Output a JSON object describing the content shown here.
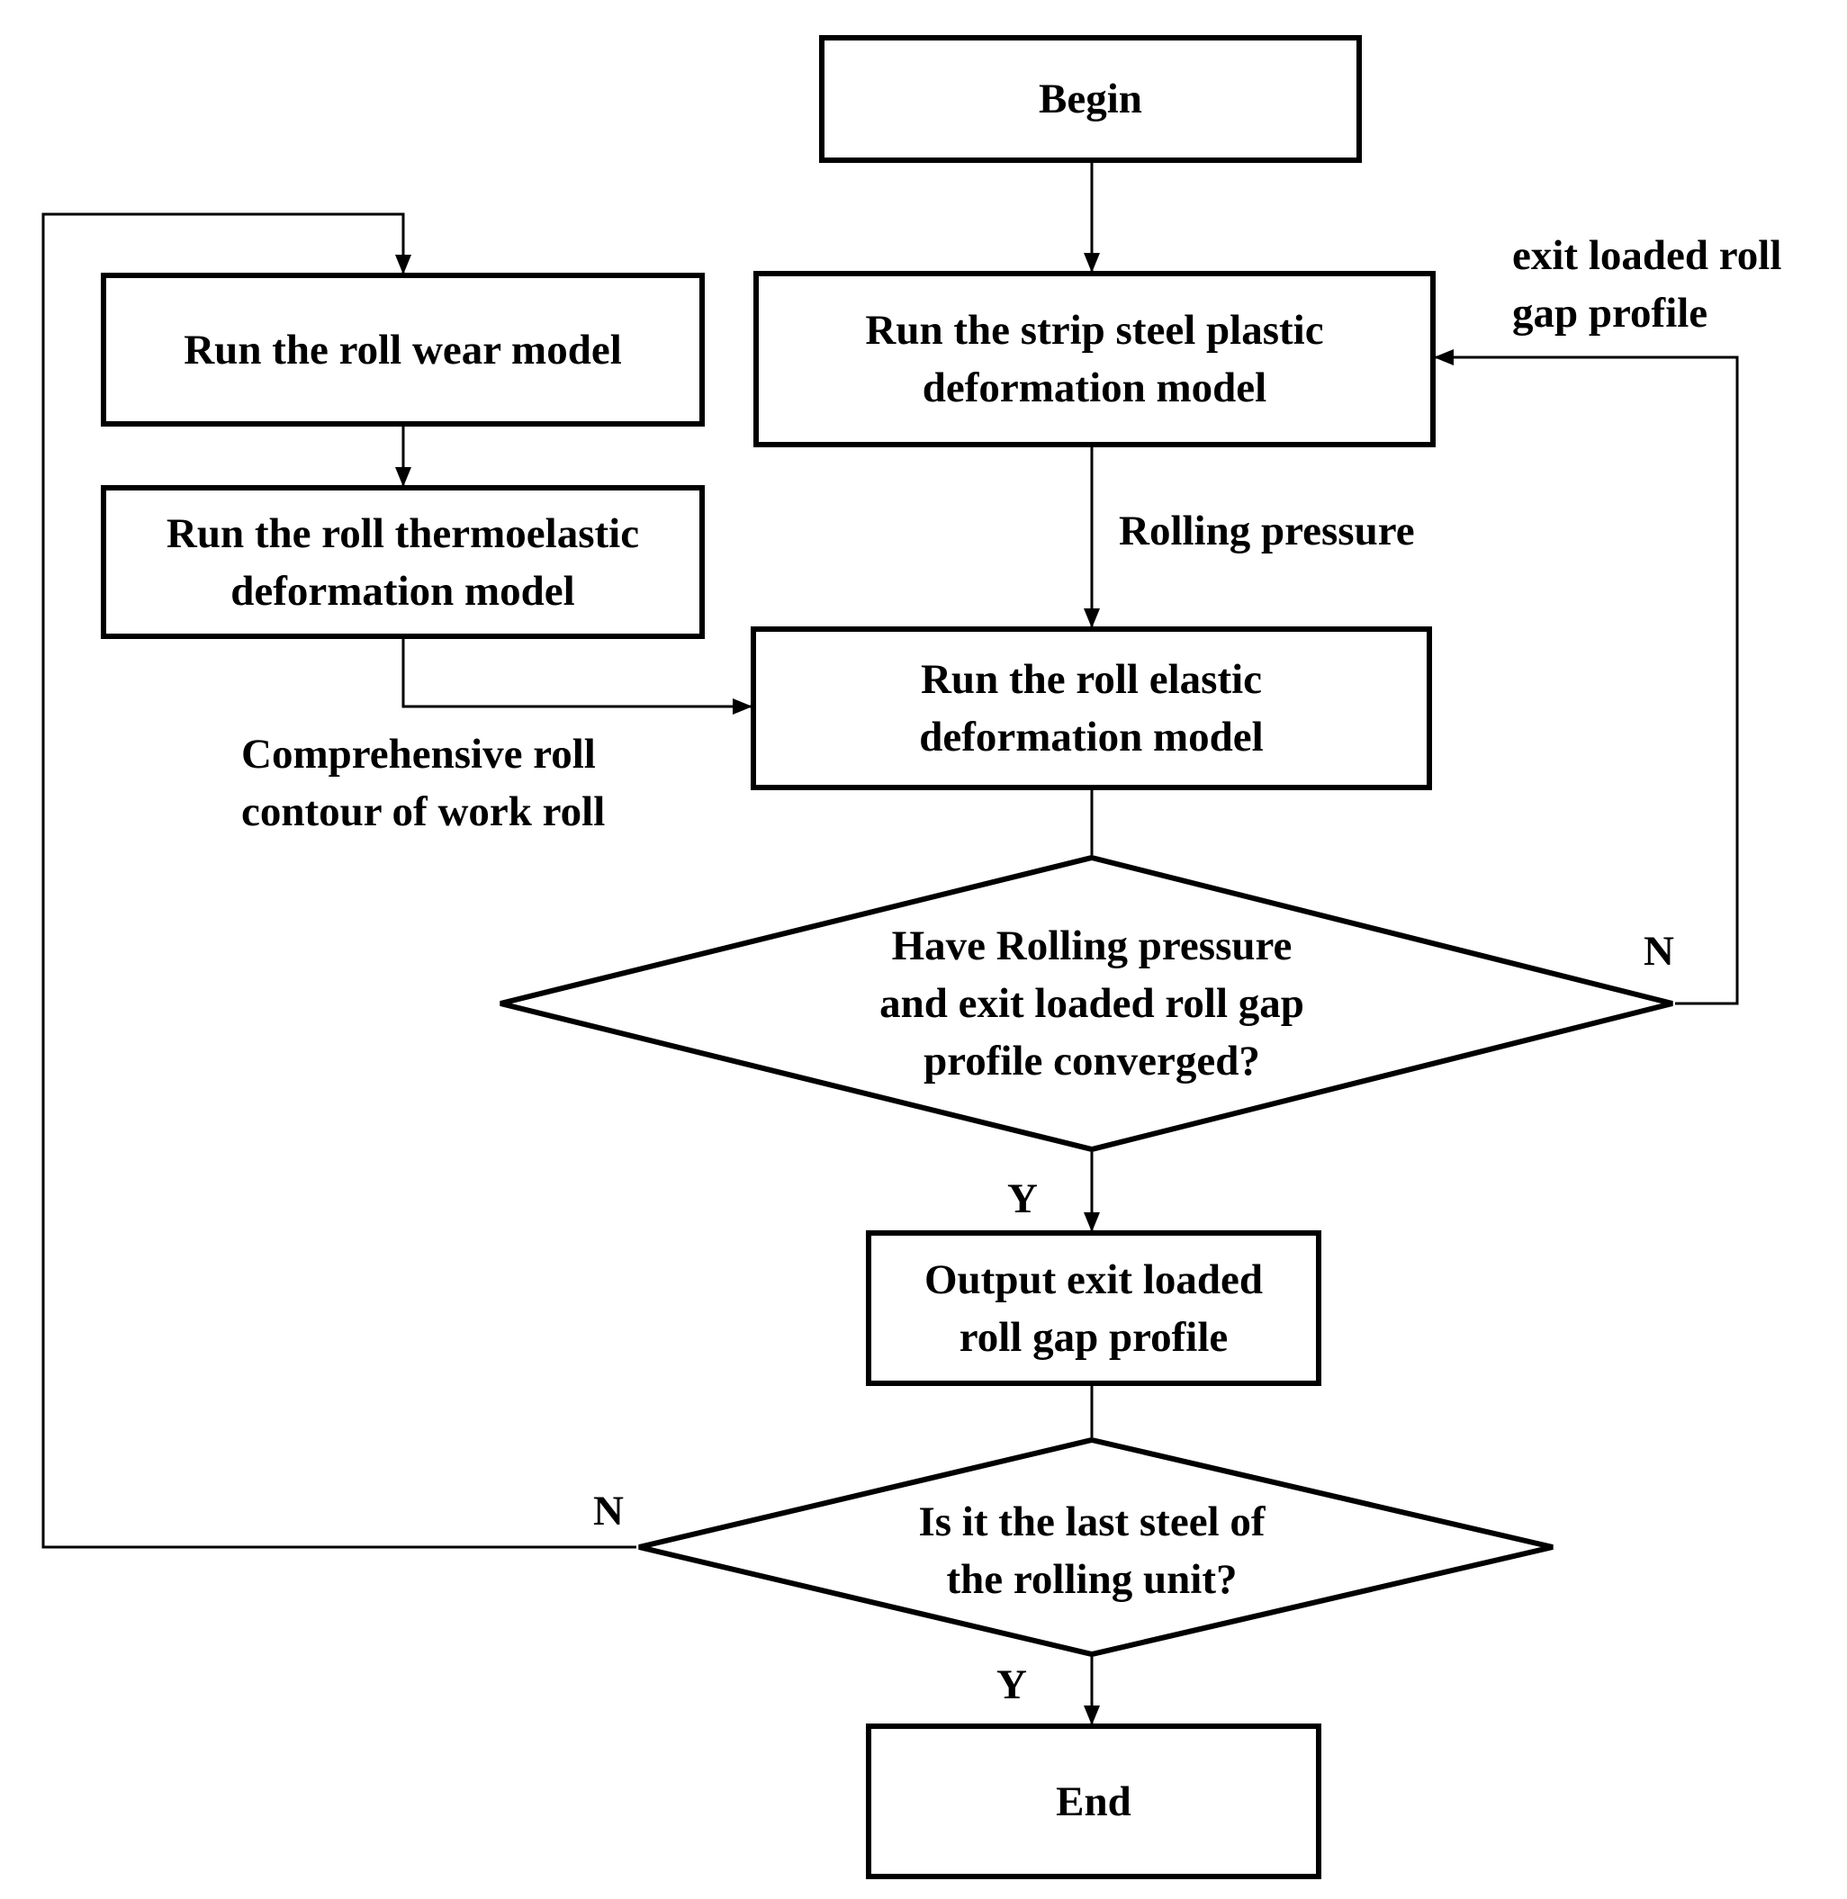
{
  "nodes": {
    "begin": {
      "lines": [
        "Begin"
      ]
    },
    "roll_wear": {
      "lines": [
        "Run the roll wear model"
      ]
    },
    "thermoelastic": {
      "lines": [
        "Run the roll thermoelastic",
        "deformation model"
      ]
    },
    "strip_plastic": {
      "lines": [
        "Run the strip steel plastic",
        "deformation model"
      ]
    },
    "roll_elastic": {
      "lines": [
        "Run the roll elastic",
        "deformation model"
      ]
    },
    "converged": {
      "lines": [
        "Have Rolling pressure",
        "and exit loaded roll gap",
        "profile converged?"
      ]
    },
    "output": {
      "lines": [
        "Output exit loaded",
        "roll gap profile"
      ]
    },
    "last_steel": {
      "lines": [
        "Is it the last steel of",
        "the rolling unit?"
      ]
    },
    "end": {
      "lines": [
        "End"
      ]
    }
  },
  "labels": {
    "exit_profile": {
      "lines": [
        "exit loaded roll",
        "gap profile"
      ]
    },
    "rolling_pressure": {
      "lines": [
        "Rolling pressure"
      ]
    },
    "comprehensive": {
      "lines": [
        "Comprehensive roll",
        "contour of work roll"
      ]
    },
    "n_converged": {
      "lines": [
        "N"
      ]
    },
    "y_converged": {
      "lines": [
        "Y"
      ]
    },
    "n_last": {
      "lines": [
        "N"
      ]
    },
    "y_last": {
      "lines": [
        "Y"
      ]
    }
  }
}
